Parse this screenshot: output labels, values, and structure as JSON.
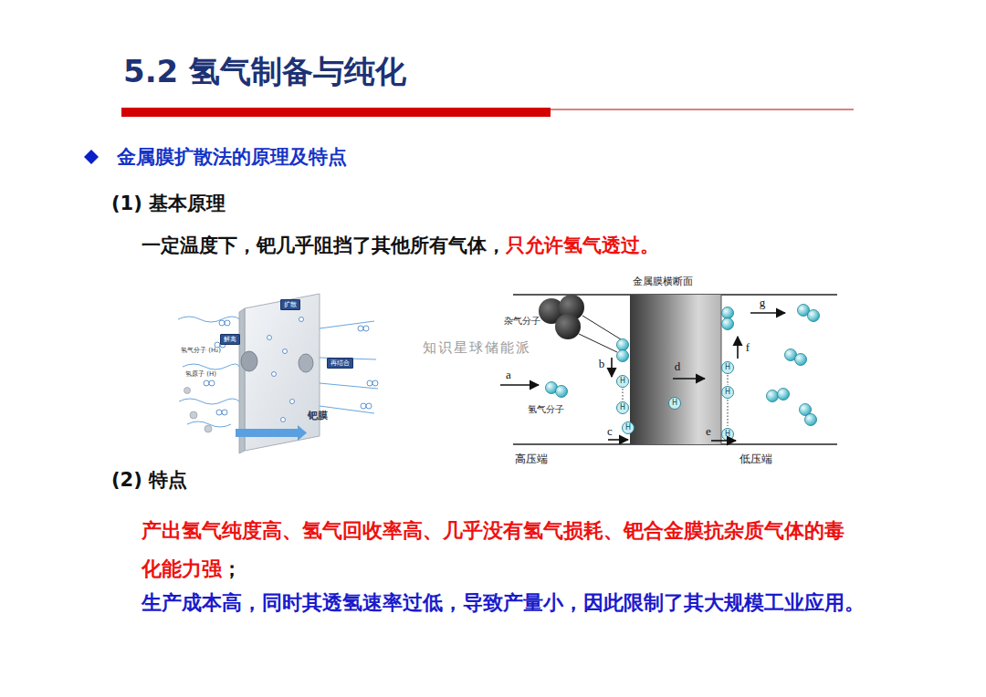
{
  "diagram": {
    "title": "5.2 氢气制备与纯化",
    "nodes": [
      {
        "text": [
          "解离"
        ]
      },
      {
        "text": [
          "扩散"
        ]
      },
      {
        "text": [
          "再结合"
        ]
      }
    ],
    "labels": [
      "金属膜扩散法的原理及特点",
      "(1) 基本原理",
      "一定温度下，钯几乎阻挡了其他所有气体，",
      "只允许氢气透过。",
      "钯膜",
      "氢气分子 (H₂)",
      "氢原子 (H)",
      "知识星球储能派",
      "金属膜横断面",
      "杂气分子",
      "a",
      "氢气分子",
      "b",
      "H",
      "H",
      "H",
      "H",
      "H",
      "H",
      "H",
      "c",
      "d",
      "e",
      "f",
      "g",
      "高压端",
      "低压端",
      "(2) 特点",
      "产出氢气纯度高、氢气回收率高、几乎没有氢气损耗、钯合金膜抗杂质气体的毒化能力强",
      "；",
      "生产成本高，同时其透氢速率过低，导致产量小，因此限制了其大规模工业应用。"
    ]
  }
}
